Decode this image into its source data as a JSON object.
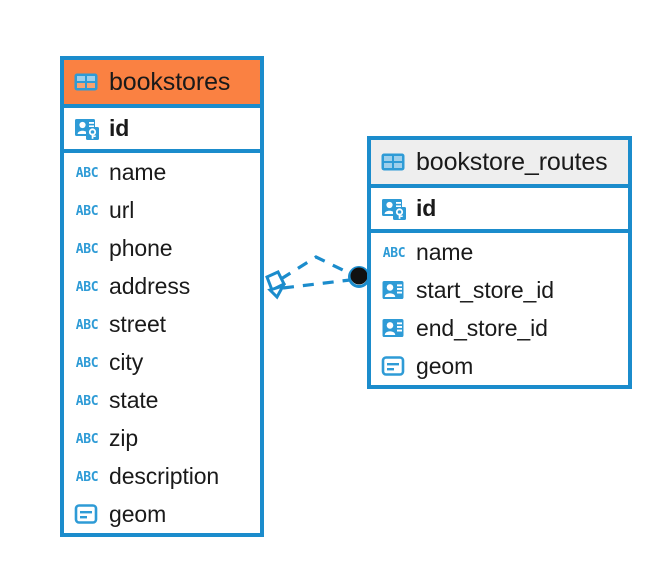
{
  "diagram": {
    "type": "entity-relationship-diagram",
    "background": "#ffffff",
    "accent_blue": "#1b8ccc",
    "icon_blue": "#2e9bd6",
    "header_orange": "#fa8142",
    "header_gray": "#eeeeee",
    "connector_color": "#1b8ccc",
    "endpoint_color": "#111111"
  },
  "entities": [
    {
      "name": "bookstores",
      "header_color": "#fa8142",
      "table_icon": "table-icon",
      "fields": [
        {
          "label": "id",
          "icon": "primary-key-icon",
          "key": "pk"
        },
        {
          "label": "name",
          "icon": "abc-text-icon",
          "key": "text"
        },
        {
          "label": "url",
          "icon": "abc-text-icon",
          "key": "text"
        },
        {
          "label": "phone",
          "icon": "abc-text-icon",
          "key": "text"
        },
        {
          "label": "address",
          "icon": "abc-text-icon",
          "key": "text"
        },
        {
          "label": "street",
          "icon": "abc-text-icon",
          "key": "text"
        },
        {
          "label": "city",
          "icon": "abc-text-icon",
          "key": "text"
        },
        {
          "label": "state",
          "icon": "abc-text-icon",
          "key": "text"
        },
        {
          "label": "zip",
          "icon": "abc-text-icon",
          "key": "text"
        },
        {
          "label": "description",
          "icon": "abc-text-icon",
          "key": "text"
        },
        {
          "label": "geom",
          "icon": "geometry-icon",
          "key": "geom"
        }
      ]
    },
    {
      "name": "bookstore_routes",
      "header_color": "#eeeeee",
      "table_icon": "table-icon",
      "fields": [
        {
          "label": "id",
          "icon": "primary-key-icon",
          "key": "pk"
        },
        {
          "label": "name",
          "icon": "abc-text-icon",
          "key": "text"
        },
        {
          "label": "start_store_id",
          "icon": "foreign-key-icon",
          "key": "fk"
        },
        {
          "label": "end_store_id",
          "icon": "foreign-key-icon",
          "key": "fk"
        },
        {
          "label": "geom",
          "icon": "geometry-icon",
          "key": "geom"
        }
      ]
    }
  ],
  "relationship": {
    "from_entity": "bookstores",
    "to_entity": "bookstore_routes",
    "style": "dashed",
    "source_marker": "diamond-arrow-marker",
    "target_marker": "filled-circle-marker",
    "line_count": 2
  },
  "icon_text": {
    "abc": "ABC"
  }
}
